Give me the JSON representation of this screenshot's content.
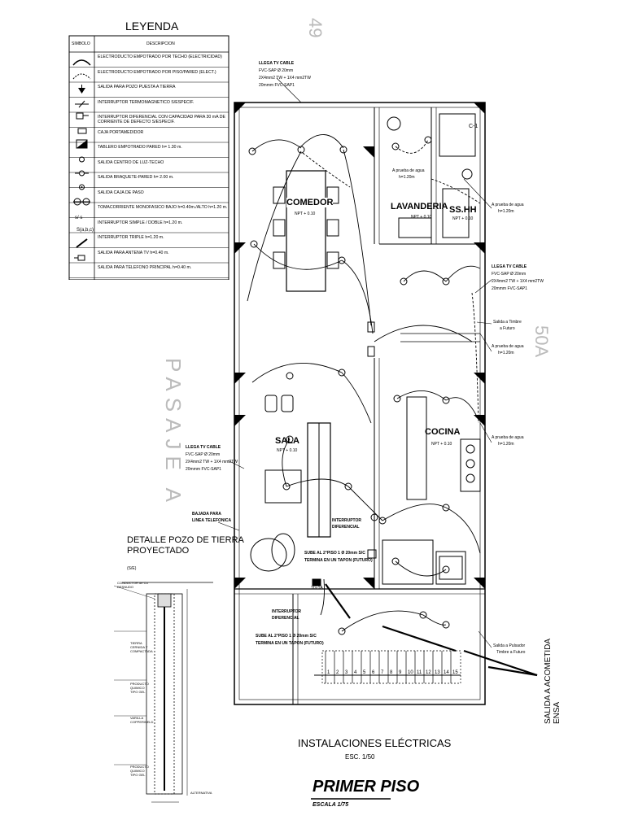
{
  "legend": {
    "title": "LEYENDA",
    "col_symbol": "SIMBOLO",
    "col_description": "DESCRIPCION",
    "rows": [
      {
        "icon": "arc-ceiling-icon",
        "text": "ELECTRODUCTO EMPOTRADO POR TECHO (ELECTRICIDAD)"
      },
      {
        "icon": "arc-floor-icon",
        "text": "ELECTRODUCTO EMPOTRADO POR PISO/PARED (ELECT.)"
      },
      {
        "icon": "ground-icon",
        "text": "SALIDA PARA POZO PUESTA A TIERRA"
      },
      {
        "icon": "breaker-icon",
        "text": "INTERRUPTOR TERMOMAGNETICO S/ESPECIF."
      },
      {
        "icon": "differential-icon",
        "text": "INTERRUPTOR DIFERENCIAL CON CAPACIDAD PARA 30 mA DE CORRIENTE DE DEFECTO S/ESPECIF."
      },
      {
        "icon": "meter-box-icon",
        "text": "CAJA PORTAMEDIDOR"
      },
      {
        "icon": "panel-icon",
        "text": "TABLERO EMPOTRADO PARED h= 1.30 m."
      },
      {
        "icon": "ceiling-light-icon",
        "text": "SALIDA CENTRO DE LUZ-TECHO"
      },
      {
        "icon": "wall-bracket-icon",
        "text": "SALIDA BRAQUETE-PARED h= 2.00 m."
      },
      {
        "icon": "junction-box-icon",
        "text": "SALIDA CAJA DE PASO"
      },
      {
        "icon": "outlet-icon",
        "text": "TOMACORRIENTE MONOFASICO BAJO h=0.40m./ALTO h=1.20 m."
      },
      {
        "icon": "switch-icon",
        "text": "INTERRUPTOR SIMPLE / DOBLE h=1.20 m."
      },
      {
        "icon": "triple-switch-icon",
        "text": "INTERRUPTOR TRIPLE h=1.20 m."
      },
      {
        "icon": "tv-antenna-icon",
        "text": "SALIDA PARA ANTENA TV h=0.40 m."
      },
      {
        "icon": "phone-icon",
        "text": "SALIDA PARA TELEFONO PRINCIPAL h=0.40 m."
      }
    ]
  },
  "sheet": {
    "num_top": "49",
    "num_right": "50A",
    "pasaje": "PASAJE A",
    "acometida": "SALIDA A ACOMETIDA ENSA"
  },
  "rooms": {
    "comedor": "COMEDOR",
    "lavanderia": "LAVANDERIA",
    "sshh": "SS.HH",
    "sala": "SALA",
    "cocina": "COCINA",
    "npt": "NPT + 0.10",
    "npt2": "NPT + 0.10"
  },
  "notes": {
    "tv_cable_title": "LLEGA TV CABLE",
    "tv_cable_l1": "FVC-SAP Ø 20mm",
    "tv_cable_l2": "2X4mm2 TW + 1X4 mm2TW",
    "tv_cable_l3": "20mmm FVC-SAP1",
    "prueba_agua": "A prueba de agua",
    "prueba_h": "h=1.20m",
    "timbre": "Salida a Timbre",
    "timbre2": "a Futuro",
    "pulsador": "Salida a Pulsador",
    "pulsador2": "Timbre a Futuro",
    "bajada_1": "BAJADA PARA",
    "bajada_2": "LINEA TELEFONICA",
    "interruptor": "INTERRUPTOR",
    "diferencial": "DIFERENCIAL",
    "sube_1": "SUBE AL 2°PISO 1 Ø 20mm S/C",
    "sube_2": "TERMINA EN UN TAPON (FUTURO)",
    "c1": "C-1",
    "tg": "TG-1A"
  },
  "detail": {
    "title_1": "DETALLE POZO DE TIERRA",
    "title_2": "PROYECTADO",
    "scale": "(S/E)",
    "label_1": "CONDUCTOR de Cu DESNUDO",
    "label_2": "TIERRA CERNIDA Y COMPACTADA",
    "label_3": "PRODUCTO QUIMICO TIPO GEL",
    "label_4": "VARILLA COPPERWELD",
    "label_5": "PRODUCTO QUIMICO TIPO GEL",
    "note": "ALTERNATIVA"
  },
  "footer": {
    "title": "INSTALACIONES ELÉCTRICAS",
    "esc": "ESC. 1/50",
    "plan": "PRIMER PISO",
    "escala": "ESCALA 1/75"
  },
  "stairs": [
    "1",
    "2",
    "3",
    "4",
    "5",
    "6",
    "7",
    "8",
    "9",
    "10",
    "11",
    "12",
    "13",
    "14",
    "15"
  ]
}
